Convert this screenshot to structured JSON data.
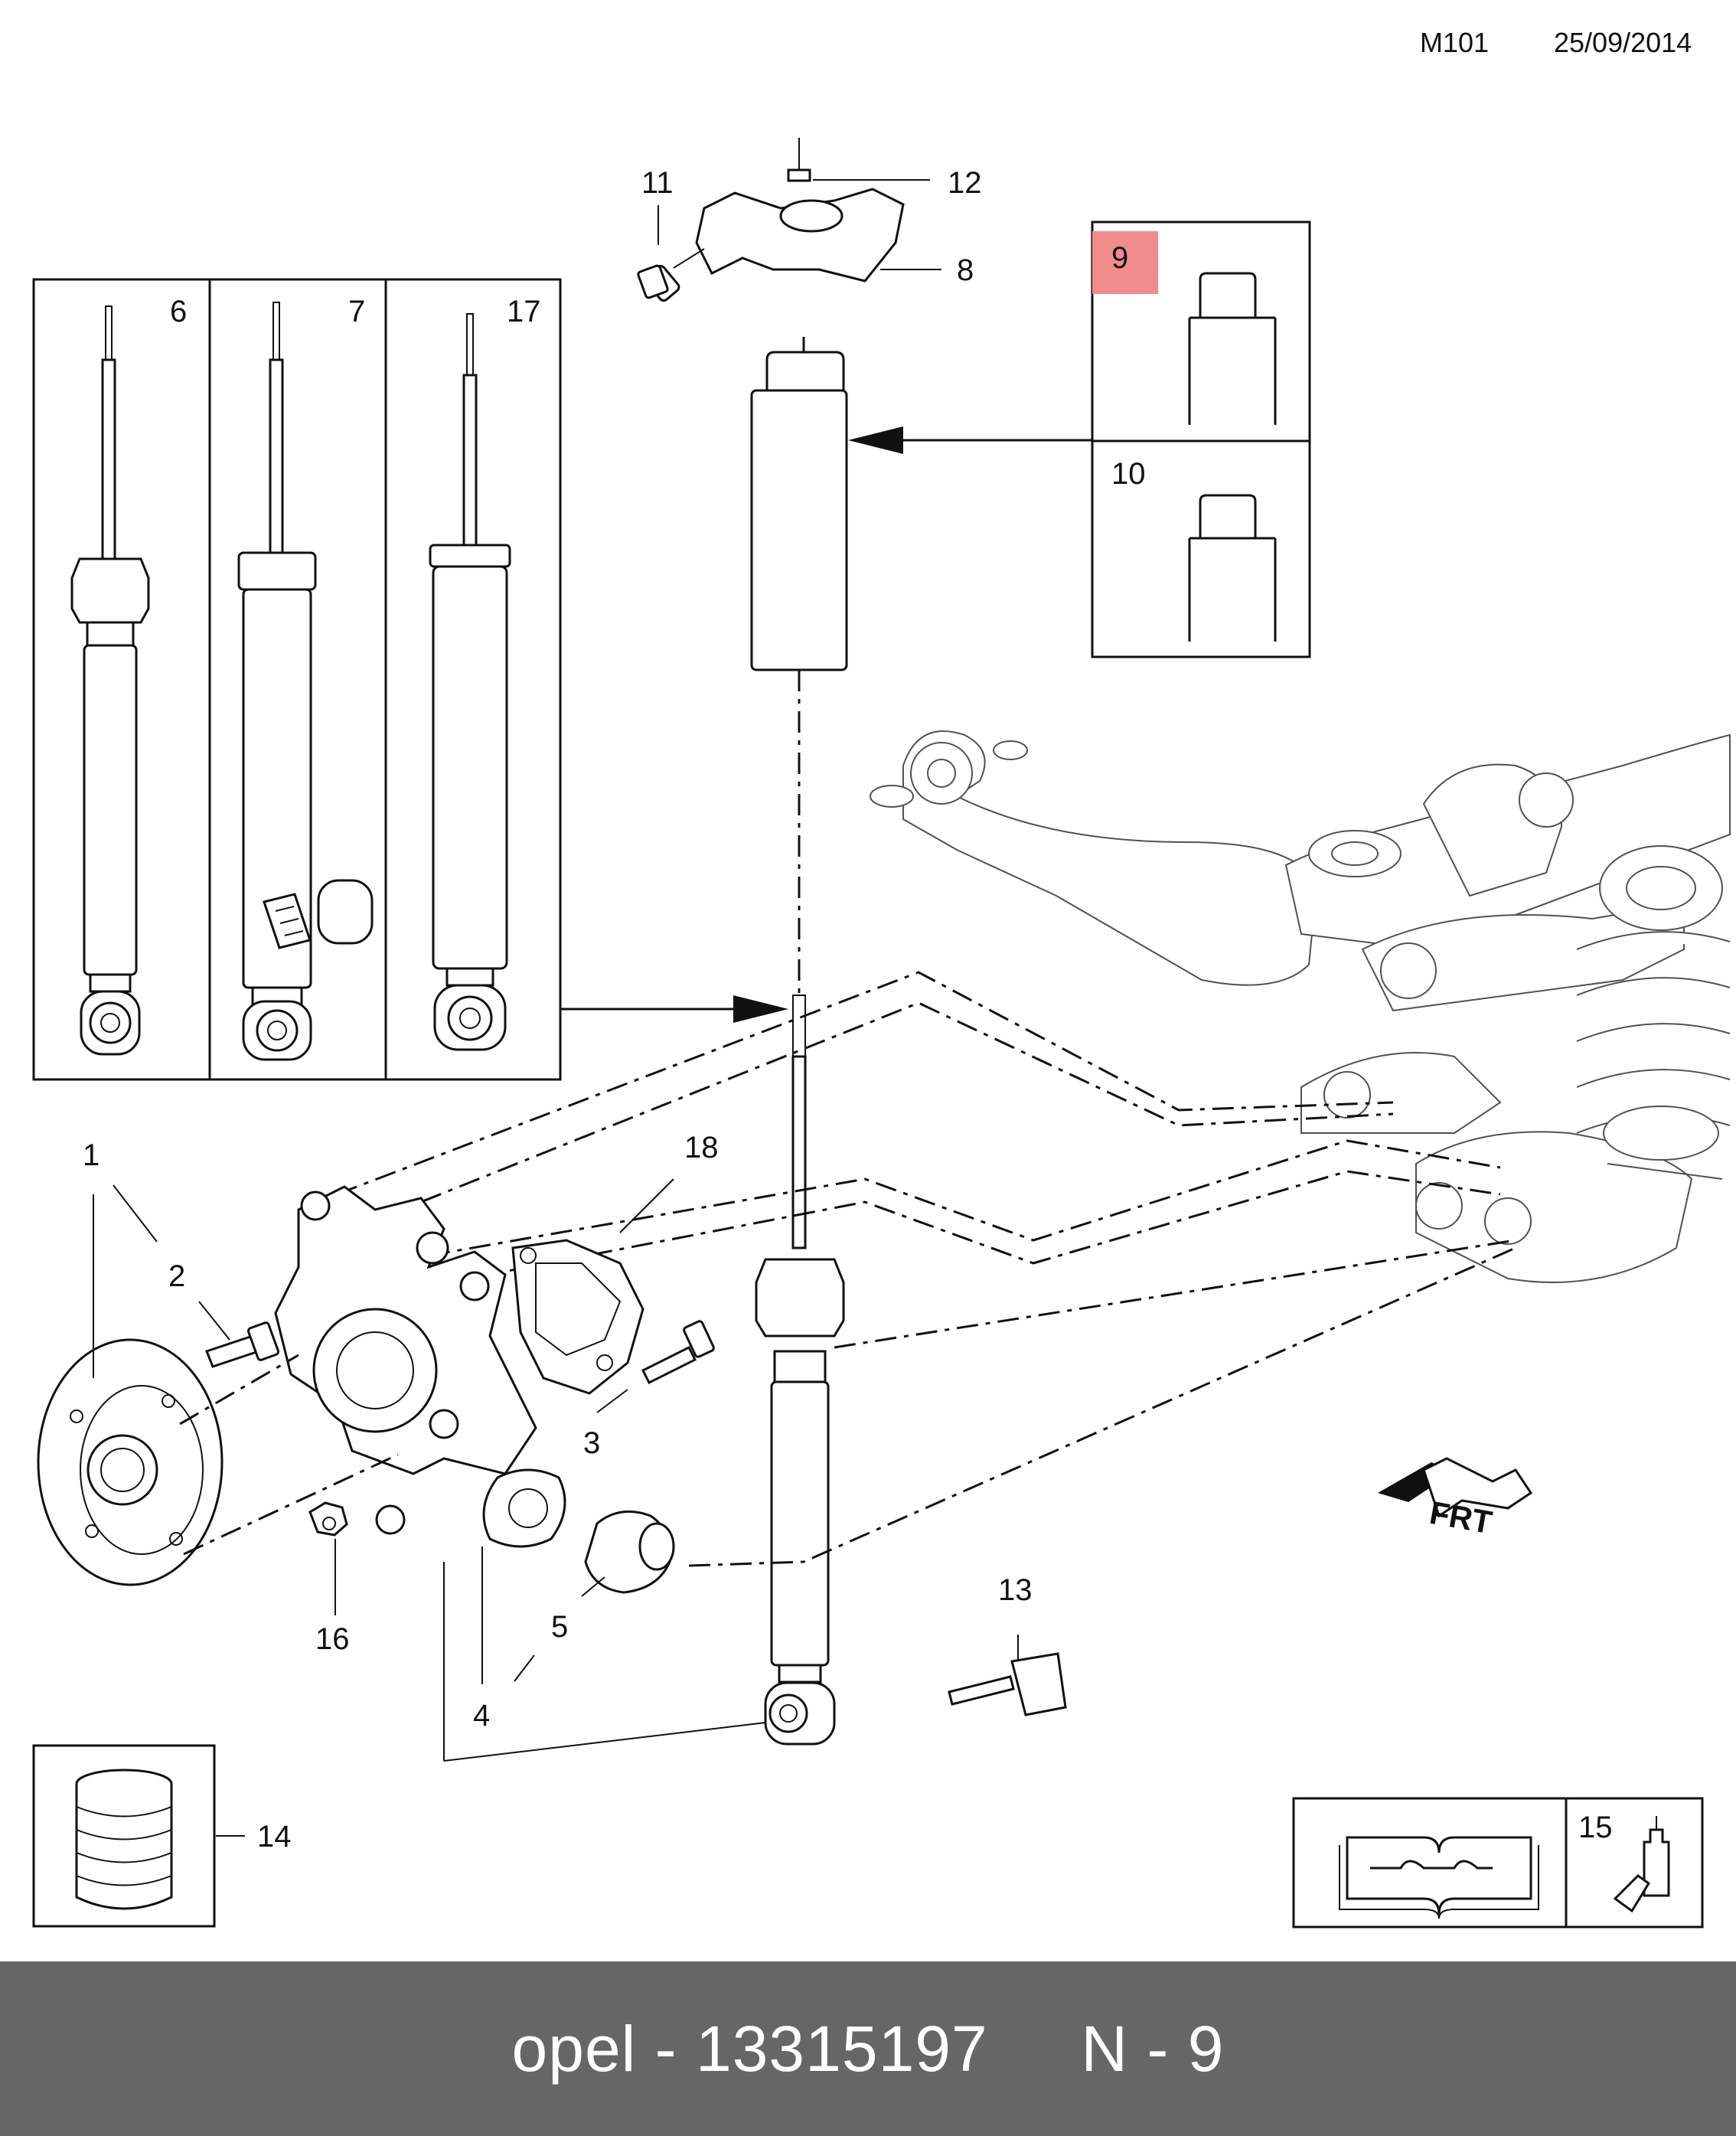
{
  "header": {
    "code": "M101",
    "date": "25/09/2014"
  },
  "callouts": {
    "c1": "1",
    "c2": "2",
    "c3": "3",
    "c4": "4",
    "c5": "5",
    "c6": "6",
    "c7": "7",
    "c8": "8",
    "c9": "9",
    "c10": "10",
    "c11": "11",
    "c12": "12",
    "c13": "13",
    "c14": "14",
    "c15": "15",
    "c16": "16",
    "c17": "17",
    "c18": "18"
  },
  "front_marker": "FRT",
  "highlight_color": "#f28b8b",
  "icons": [
    "manual-book-icon",
    "wrench-icon",
    "lubricant-bottle-icon",
    "front-arrow-icon"
  ],
  "footer": {
    "text": "opel - 13315197     N - 9"
  }
}
